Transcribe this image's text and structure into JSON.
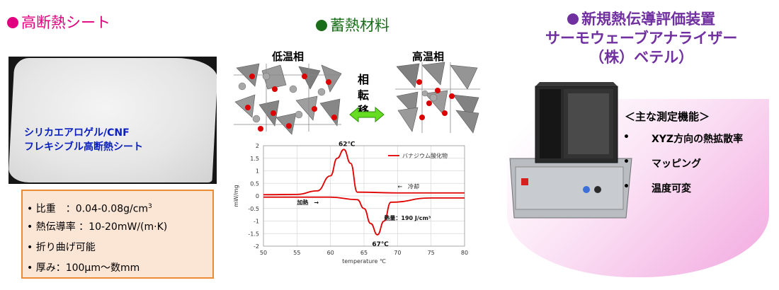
{
  "headings": {
    "insulation": "高断熱シート",
    "storage": "蓄熱材料",
    "device_line1": "新規熱伝導評価装置",
    "device_line2": "サーモウェーブアナライザー",
    "device_line3": "（株）ベテル）"
  },
  "colors": {
    "insulation_dot": "#e0007f",
    "storage_dot": "#1a6e1a",
    "device_dot": "#7030a0",
    "photo_caption": "#0a1fbf",
    "spec_border": "#ec8b35",
    "spec_fill": "#fbe5d5",
    "curve": "#e00000"
  },
  "photo_caption": [
    "シリカエアロゲル/CNF",
    "フレキシブル高断熱シート"
  ],
  "specs": [
    {
      "label": "• 比重　：0.04-0.08g/cm",
      "sup": "3"
    },
    {
      "label": "• 熱伝導率 ：10-20mW/(m·K)"
    },
    {
      "label": "• 折り曲げ可能"
    },
    {
      "label": "• 厚み：100μm〜数mm"
    }
  ],
  "phases": {
    "low": "低温相",
    "high": "高温相",
    "transition_1": "相転",
    "transition_2": "移"
  },
  "chart_data": {
    "type": "line",
    "xlabel": "temperature ℃",
    "ylabel": "mW/mg",
    "xlim": [
      50,
      80
    ],
    "ylim": [
      -2,
      2
    ],
    "x_ticks": [
      "50",
      "55",
      "60",
      "65",
      "70",
      "75",
      "80"
    ],
    "y_ticks": [
      "2",
      "1.5",
      "1",
      "0.5",
      "0",
      "-0.5",
      "-1",
      "-1.5",
      "-2"
    ],
    "grid": true,
    "legend": "top-right",
    "series": [
      {
        "name": "バナジウム酸化物",
        "x": [
          50,
          55,
          58,
          60,
          61,
          62,
          63,
          64,
          70,
          80
        ],
        "y": [
          0.05,
          0.06,
          0.2,
          0.8,
          1.5,
          1.85,
          1.3,
          0.15,
          0.12,
          0.12
        ]
      },
      {
        "x": [
          50,
          60,
          64,
          65,
          66,
          67,
          68,
          69,
          75,
          80
        ],
        "y": [
          -0.05,
          -0.05,
          -0.15,
          -0.5,
          -1.1,
          -1.55,
          -1.0,
          -0.25,
          -0.08,
          -0.08
        ]
      }
    ],
    "annotations": {
      "heat_peak": "62℃",
      "cool_peak": "67℃",
      "cooling": "←　冷却",
      "heating": "加熱　→",
      "enthalpy": "熱量：190 J/cm³"
    }
  },
  "features": {
    "title": "＜主な測定機能＞",
    "items": [
      "XYZ方向の熱拡散率",
      "マッピング",
      "温度可変"
    ],
    "bullet": "•"
  }
}
